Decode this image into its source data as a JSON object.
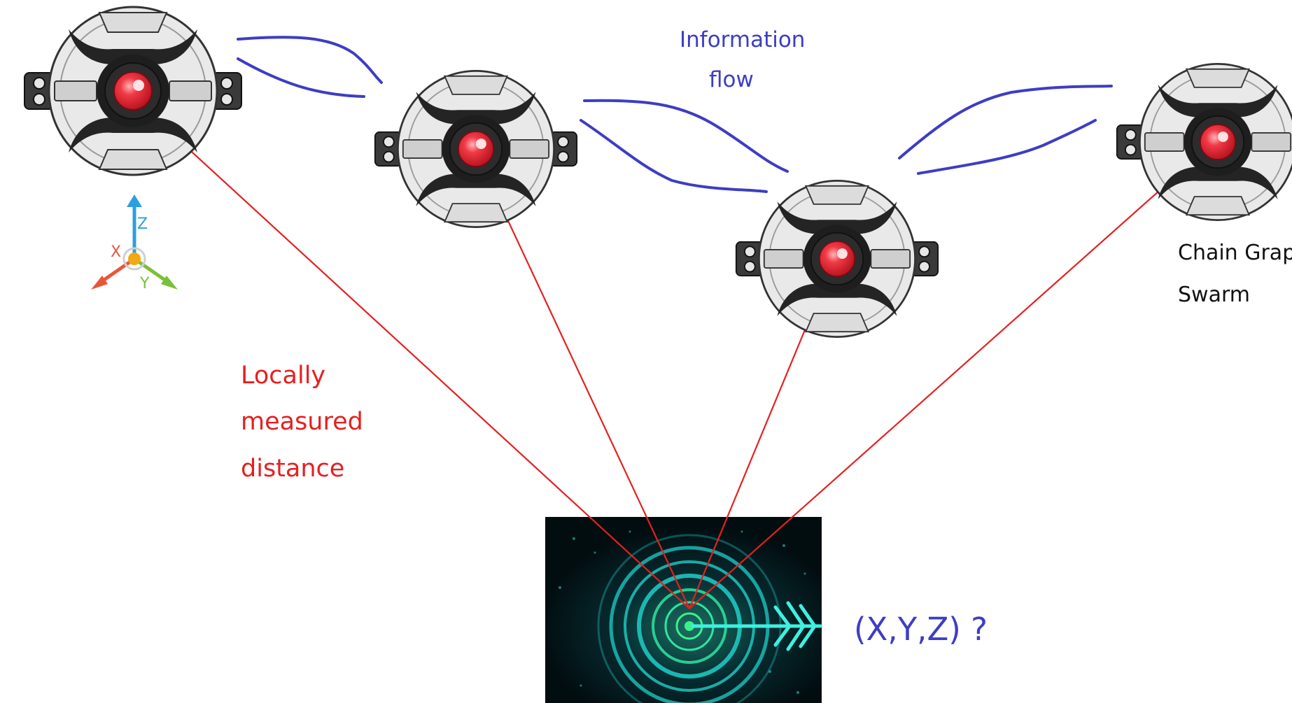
{
  "labels": {
    "information_flow_line1": "Information",
    "information_flow_line2": "flow",
    "distance_line1": "Locally",
    "distance_line2": "measured",
    "distance_line3": "distance",
    "graph_line1": "Chain Grap",
    "graph_line2": "Swarm",
    "target_coords": "(X,Y,Z)   ?"
  },
  "axes": {
    "x": "X",
    "y": "Y",
    "z": "Z"
  },
  "colors": {
    "info_flow": "#3d3dc4",
    "distance": "#e52020",
    "graph_text": "#111111",
    "axis_x": "#e8563a",
    "axis_y": "#79c03a",
    "axis_z": "#2aa0e0",
    "axis_origin": "#f2a812",
    "drone_body": "#e9e9e9",
    "drone_dark": "#222222",
    "drone_eye": "#e82a36",
    "target_bg": "#031418",
    "target_ring": "#1ecfc8"
  },
  "icons": {
    "drones": [
      "drone-icon",
      "drone-icon",
      "drone-icon",
      "drone-icon"
    ],
    "axes": "xyz-axes-icon",
    "target": "target-arrow-image"
  }
}
